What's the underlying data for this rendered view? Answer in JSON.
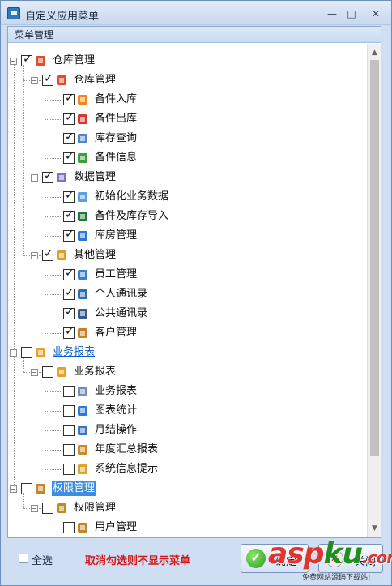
{
  "window": {
    "title": "自定义应用菜单",
    "minimize_glyph": "—",
    "maximize_glyph": "□",
    "close_glyph": "✕"
  },
  "panel": {
    "header": "菜单管理"
  },
  "tree": [
    {
      "label": "仓库管理",
      "level": 0,
      "checked": true,
      "icon": "warehouse-icon"
    },
    {
      "label": "仓库管理",
      "level": 1,
      "checked": true,
      "icon": "warehouse-icon"
    },
    {
      "label": "备件入库",
      "level": 2,
      "checked": true,
      "icon": "plus-arrow-icon"
    },
    {
      "label": "备件出库",
      "level": 2,
      "checked": true,
      "icon": "minus-icon"
    },
    {
      "label": "库存查询",
      "level": 2,
      "checked": true,
      "icon": "search-doc-icon"
    },
    {
      "label": "备件信息",
      "level": 2,
      "checked": true,
      "icon": "globe-info-icon"
    },
    {
      "label": "数据管理",
      "level": 1,
      "checked": true,
      "icon": "data-grid-icon"
    },
    {
      "label": "初始化业务数据",
      "level": 2,
      "checked": true,
      "icon": "init-doc-icon"
    },
    {
      "label": "备件及库存导入",
      "level": 2,
      "checked": true,
      "icon": "excel-icon"
    },
    {
      "label": "库房管理",
      "level": 2,
      "checked": true,
      "icon": "users-icon"
    },
    {
      "label": "其他管理",
      "level": 1,
      "checked": true,
      "icon": "other-icon"
    },
    {
      "label": "员工管理",
      "level": 2,
      "checked": true,
      "icon": "employee-icon"
    },
    {
      "label": "个人通讯录",
      "level": 2,
      "checked": true,
      "icon": "contacts-icon"
    },
    {
      "label": "公共通讯录",
      "level": 2,
      "checked": true,
      "icon": "book-icon"
    },
    {
      "label": "客户管理",
      "level": 2,
      "checked": true,
      "icon": "customers-icon"
    },
    {
      "label": "业务报表",
      "level": 0,
      "checked": false,
      "icon": "report-icon"
    },
    {
      "label": "业务报表",
      "level": 1,
      "checked": false,
      "icon": "report-icon"
    },
    {
      "label": "业务报表",
      "level": 2,
      "checked": false,
      "icon": "report-doc-icon"
    },
    {
      "label": "图表统计",
      "level": 2,
      "checked": false,
      "icon": "pie-chart-icon"
    },
    {
      "label": "月结操作",
      "level": 2,
      "checked": false,
      "icon": "calendar-icon"
    },
    {
      "label": "年度汇总报表",
      "level": 2,
      "checked": false,
      "icon": "annual-report-icon"
    },
    {
      "label": "系统信息提示",
      "level": 2,
      "checked": false,
      "icon": "info-bell-icon"
    },
    {
      "label": "权限管理",
      "level": 0,
      "checked": false,
      "icon": "permission-icon"
    },
    {
      "label": "权限管理",
      "level": 1,
      "checked": false,
      "icon": "permission-icon"
    },
    {
      "label": "用户管理",
      "level": 2,
      "checked": false,
      "icon": "user-icon"
    }
  ],
  "footer": {
    "select_all": "全选",
    "hint": "取消勾选则不显示菜单",
    "ok_label": "确定",
    "close_label": "关闭"
  },
  "watermark": {
    "brand_a": "asp",
    "brand_b": "ku",
    "brand_c": ".com",
    "sub": "免费网站源码下载站!"
  },
  "colors": {
    "link": "#0a5ec7",
    "selected": "#3d8ee0",
    "hint": "#d01818"
  }
}
